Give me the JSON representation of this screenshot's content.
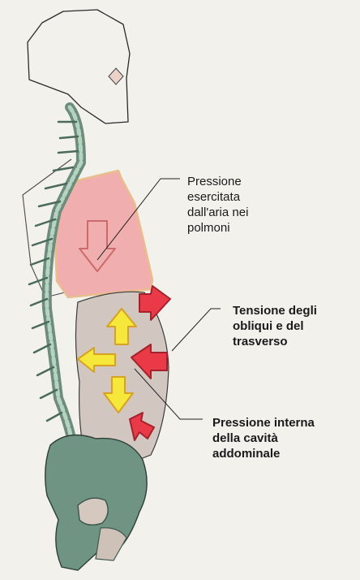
{
  "labels": {
    "lung_pressure": "Pressione\nesercitata\ndall'aria nei\npolmoni",
    "oblique_tension": "Tensione degli\nobliqui e del\ntrasverso",
    "abdominal_pressure": "Pressione interna\ndella cavità\naddominale"
  },
  "colors": {
    "background": "#f2f1ec",
    "outline": "#222222",
    "lungs": "#f1aeae",
    "lungs_edge": "#e8bf8c",
    "abdomen": "#d2c7c0",
    "pelvis": "#6f9484",
    "pelvis_dark": "#40594f",
    "spine": "#b4d4c0",
    "arrow_yellow": "#f5e83a",
    "arrow_yellow_edge": "#d8a21e",
    "arrow_red": "#ea3a48",
    "arrow_red_edge": "#a5202b"
  },
  "icons": {
    "internal_pressure": "yellow-arrow-icon",
    "muscle_tension": "red-arrow-icon",
    "air_pressure": "down-arrow-icon"
  }
}
